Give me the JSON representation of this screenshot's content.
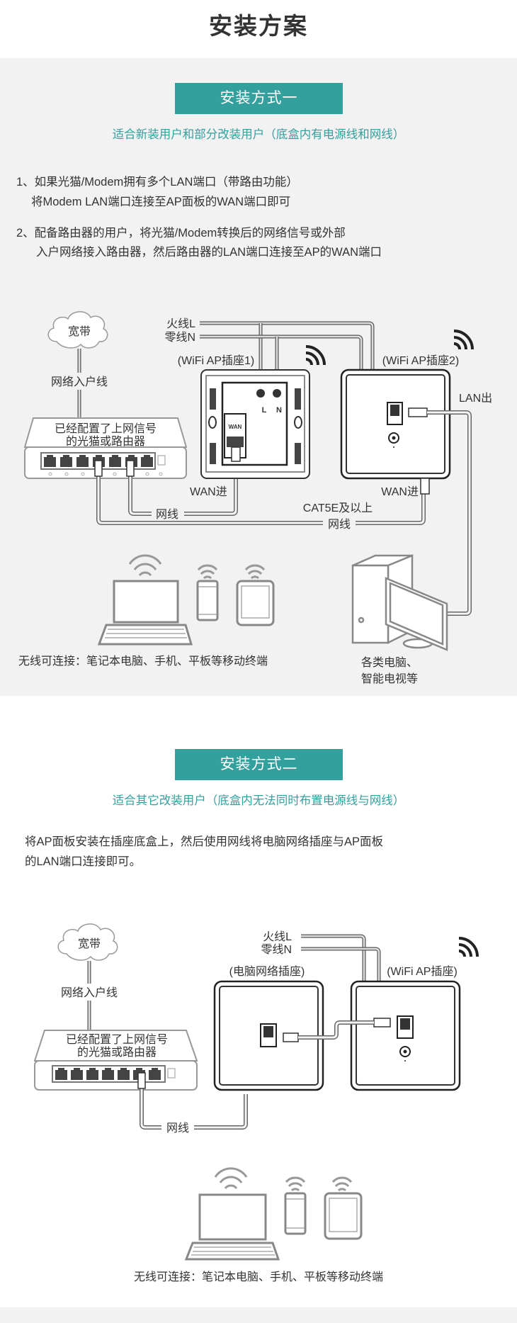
{
  "page_title": "安装方案",
  "method1": {
    "button": "安装方式一",
    "subtitle": "适合新装用户和部分改装用户（底盒内有电源线和网线）",
    "steps": [
      {
        "line1": "1、如果光猫/Modem拥有多个LAN端口（带路由功能）",
        "line2": "将Modem LAN端口连接至AP面板的WAN端口即可"
      },
      {
        "line1": "2、配备路由器的用户，将光猫/Modem转换后的网络信号或外部",
        "line2": "入户网络接入路由器，然后路由器的LAN端口连接至AP的WAN端口"
      }
    ],
    "diagram": {
      "broadband": "宽带",
      "incoming_line": "网络入户线",
      "router_line1": "已经配置了上网信号",
      "router_line2": "的光猫或路由器",
      "live_wire": "火线L",
      "neutral_wire": "零线N",
      "ap1_label": "(WiFi AP插座1)",
      "ap2_label": "(WiFi AP插座2)",
      "terminal_l": "L",
      "terminal_n": "N",
      "wan_port": "WAN",
      "lan_out": "LAN出",
      "wan_in_1": "WAN进",
      "wan_in_2": "WAN进",
      "cable_1": "网线",
      "cable_2": "网线",
      "cat5e": "CAT5E及以上",
      "wireless_caption": "无线可连接：笔记本电脑、手机、平板等移动终端",
      "pc_line1": "各类电脑、",
      "pc_line2": "智能电视等"
    }
  },
  "method2": {
    "button": "安装方式二",
    "subtitle": "适合其它改装用户（底盒内无法同时布置电源线与网线）",
    "text_line1": "将AP面板安装在插座底盒上，然后使用网线将电脑网络插座与AP面板",
    "text_line2": "的LAN端口连接即可。",
    "diagram": {
      "broadband": "宽带",
      "incoming_line": "网络入户线",
      "router_line1": "已经配置了上网信号",
      "router_line2": "的光猫或路由器",
      "live_wire": "火线L",
      "neutral_wire": "零线N",
      "pc_socket_label": "(电脑网络插座)",
      "ap_label": "(WiFi AP插座)",
      "cable": "网线",
      "wireless_caption": "无线可连接：笔记本电脑、手机、平板等移动终端"
    }
  },
  "colors": {
    "accent": "#33a09e",
    "section_bg": "#f2f2f2"
  }
}
